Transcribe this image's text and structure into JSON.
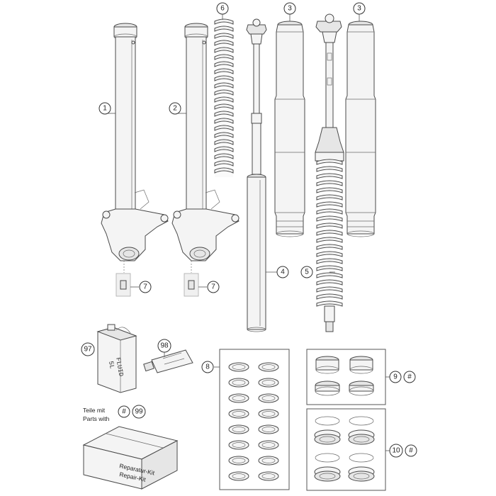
{
  "callouts": {
    "c1": "1",
    "c2": "2",
    "c3a": "3",
    "c3b": "3",
    "c4": "4",
    "c5": "5",
    "c6": "6",
    "c7a": "7",
    "c7b": "7",
    "c8": "8",
    "c9": "9",
    "c9_hash": "#",
    "c10": "10",
    "c10_hash": "#",
    "c97": "97",
    "c98": "98",
    "c99_hash": "#",
    "c99": "99"
  },
  "labels": {
    "fluid_line1": "FLUID",
    "fluid_line2": "5L",
    "parts_with_line1": "Teile mit",
    "parts_with_line2": "Parts with",
    "kit_line1": "Reparatur-Kit",
    "kit_line2": "Repair-Kit"
  }
}
